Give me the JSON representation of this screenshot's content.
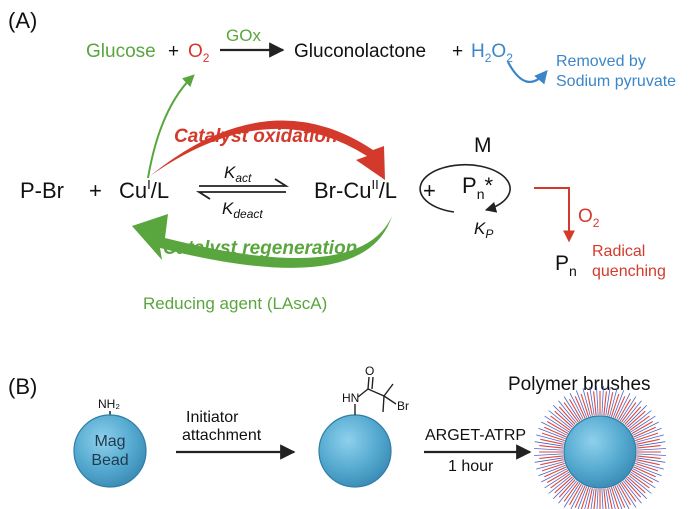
{
  "panel_a": {
    "label": "(A)",
    "glucose": "Glucose",
    "plus": "+",
    "o2": "O",
    "o2_sub": "2",
    "gox": "GOx",
    "gluconolactone": "Gluconolactone",
    "h2o2_h": "H",
    "h2o2_2a": "2",
    "h2o2_o": "O",
    "h2o2_2b": "2",
    "removed_line1": "Removed by",
    "removed_line2": "Sodium pyruvate",
    "catalyst_oxidation": "Catalyst oxidation",
    "catalyst_regeneration": "Catalyst regeneration",
    "pbr": "P-Br",
    "cu_base": "Cu",
    "cu_sup": "I",
    "cu_ligand": "/L",
    "kact_k": "K",
    "kact_sub": "act",
    "kdeact_k": "K",
    "kdeact_sub": "deact",
    "brcu_base": "Br-Cu",
    "brcu_sup": "II",
    "brcu_ligand": "/L",
    "monomer": "M",
    "pn_base": "P",
    "pn_sub": "n",
    "pn_star": "*",
    "kp_k": "K",
    "kp_sub": "P",
    "o2_quench": "O",
    "o2_quench_sub": "2",
    "pn_dead_base": "P",
    "pn_dead_sub": "n",
    "radical_line1": "Radical",
    "radical_line2": "quenching",
    "reducing_agent": "Reducing agent (LAscA)"
  },
  "panel_b": {
    "label": "(B)",
    "nh2": "NH₂",
    "bead_line1": "Mag",
    "bead_line2": "Bead",
    "step1_line1": "Initiator",
    "step1_line2": "attachment",
    "hn": "HN",
    "carbonyl_o": "O",
    "br": "Br",
    "step2_line1": "ARGET-ATRP",
    "step2_line2": "1 hour",
    "polymer_brushes": "Polymer brushes"
  },
  "colors": {
    "green": "#5aa63e",
    "red": "#d33a2c",
    "blue": "#3b86c8",
    "bead": "#5aaed2"
  }
}
